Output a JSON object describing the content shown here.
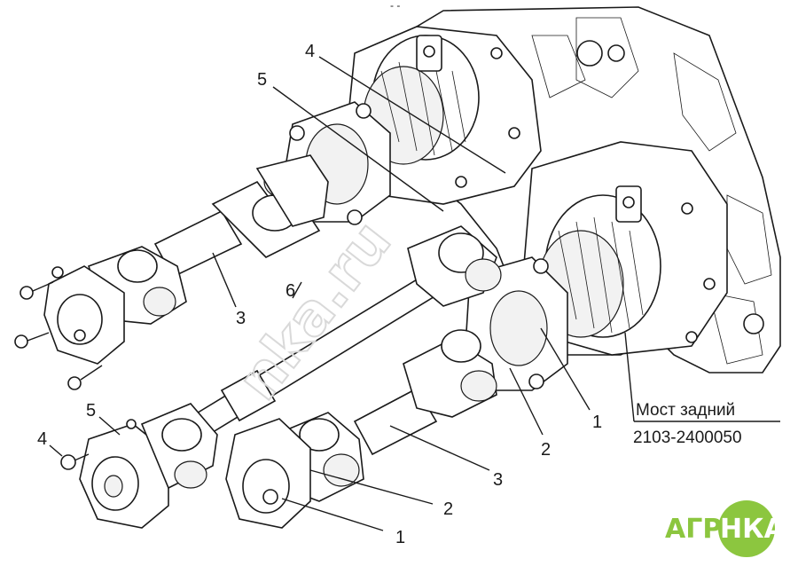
{
  "callouts": [
    {
      "id": "c4-top",
      "text": "4"
    },
    {
      "id": "c5-top",
      "text": "5"
    },
    {
      "id": "c3-top",
      "text": "3"
    },
    {
      "id": "c6",
      "text": "6"
    },
    {
      "id": "c5-left",
      "text": "5"
    },
    {
      "id": "c4-left",
      "text": "4"
    },
    {
      "id": "c1-right",
      "text": "1"
    },
    {
      "id": "c2-right",
      "text": "2"
    },
    {
      "id": "c3-bottom",
      "text": "3"
    },
    {
      "id": "c2-bottom",
      "text": "2"
    },
    {
      "id": "c1-bottom",
      "text": "1"
    }
  ],
  "caption": {
    "line1": "Мост задний",
    "line2": "2103-2400050"
  },
  "watermark": {
    "text": "nka.ru",
    "color": "#d9d9d9"
  },
  "logo": {
    "left": "АГРО",
    "right": "НКА",
    "color": "#8cc63f"
  },
  "top_mark": {
    "text": "- -"
  }
}
